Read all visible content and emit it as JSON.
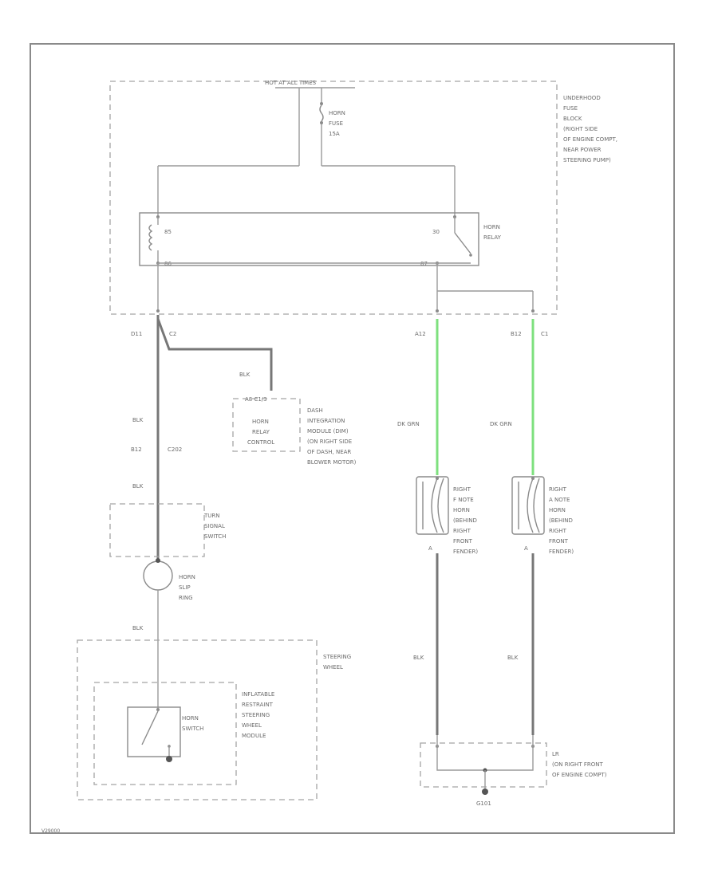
{
  "labels": {
    "hot_at_all_times": "HOT AT ALL TIMES",
    "fuse_name": "HORN",
    "fuse_word": "FUSE",
    "fuse_rating": "15A",
    "fuse_block": [
      "UNDERHOOD",
      "FUSE",
      "BLOCK",
      "(RIGHT SIDE",
      "OF ENGINE COMPT,",
      "NEAR POWER",
      "STEERING PUMP)"
    ],
    "relay_name": [
      "HORN",
      "RELAY"
    ],
    "relay_pin_85": "85",
    "relay_pin_86": "86",
    "relay_pin_30": "30",
    "relay_pin_87": "87",
    "conn_d11": "D11",
    "conn_c2": "C2",
    "conn_a12": "A12",
    "conn_b12_c1": "B12",
    "conn_c1": "C1",
    "wire_blk_1": "BLK",
    "dim_pin": "A8  C1/3",
    "dim_box": [
      "HORN",
      "RELAY",
      "CONTROL"
    ],
    "dim_desc": [
      "DASH",
      "INTEGRATION",
      "MODULE (DIM)",
      "(ON RIGHT SIDE",
      "OF DASH, NEAR",
      "BLOWER MOTOR)"
    ],
    "wire_blk_2": "BLK",
    "conn_b12": "B12",
    "conn_c202": "C202",
    "wire_blk_3": "BLK",
    "turn_signal": [
      "TURN",
      "SIGNAL",
      "SWITCH"
    ],
    "horn_slip_ring": [
      "HORN",
      "SLIP",
      "RING"
    ],
    "wire_blk_4": "BLK",
    "steering_wheel": [
      "STEERING",
      "WHEEL"
    ],
    "inflatable": [
      "INFLATABLE",
      "RESTRAINT",
      "STEERING",
      "WHEEL",
      "MODULE"
    ],
    "horn_switch": [
      "HORN",
      "SWITCH"
    ],
    "wire_dkgrn_1": "DK GRN",
    "wire_dkgrn_2": "DK GRN",
    "right_f_horn": [
      "RIGHT",
      "F NOTE",
      "HORN",
      "(BEHIND",
      "RIGHT",
      "FRONT",
      "FENDER)"
    ],
    "left_a_horn": [
      "RIGHT",
      "A NOTE",
      "HORN",
      "(BEHIND",
      "RIGHT",
      "FRONT",
      "FENDER)"
    ],
    "horn_pin_a1": "A",
    "horn_pin_a2": "A",
    "wire_blk_5": "BLK",
    "wire_blk_6": "BLK",
    "ground_block": [
      "LR",
      "(ON RIGHT FRONT",
      "OF ENGINE COMPT)"
    ],
    "ground_id": "G101",
    "figure_id": "V29000"
  }
}
